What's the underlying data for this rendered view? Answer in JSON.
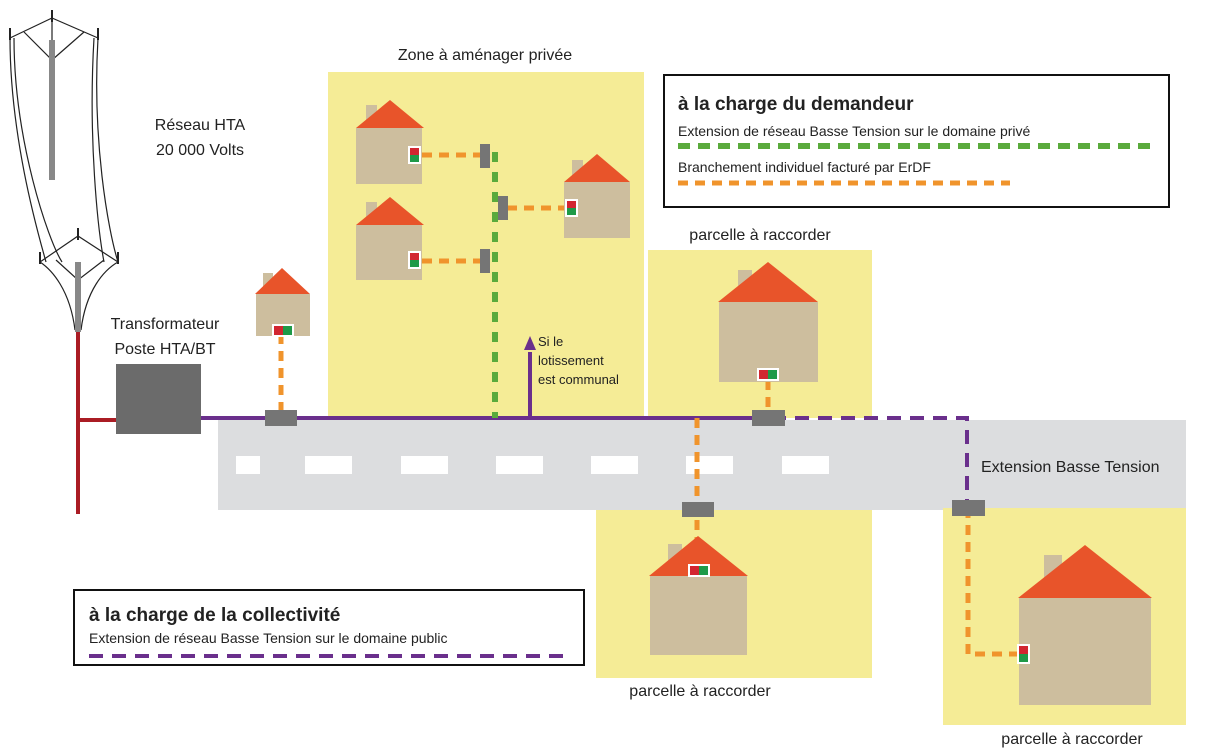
{
  "labels": {
    "zone_privee": "Zone à aménager privée",
    "reseau_hta_line1": "Réseau HTA",
    "reseau_hta_line2": "20 000 Volts",
    "transformateur_line1": "Transformateur",
    "transformateur_line2": "Poste HTA/BT",
    "parcelle_1": "parcelle à raccorder",
    "parcelle_2": "parcelle à raccorder",
    "parcelle_3": "parcelle à raccorder",
    "si_le_line1": "Si le",
    "si_le_line2": "lotissement",
    "si_le_line3": "est communal",
    "extension_bt": "Extension Basse Tension"
  },
  "legend_demandeur": {
    "title": "à la charge du demandeur",
    "item_green": "Extension de réseau Basse Tension sur le domaine privé",
    "item_orange": "Branchement individuel facturé par ErDF"
  },
  "legend_collectivite": {
    "title": "à la charge de la collectivité",
    "item_purple": "Extension de réseau Basse Tension sur le domaine public"
  },
  "colors": {
    "zone": "#f5ec96",
    "road": "#dcdddf",
    "purple": "#6a2f8c",
    "green": "#5aaa3c",
    "orange": "#f0942c",
    "hta_red": "#aa1c24",
    "roof": "#e8542a",
    "wall": "#cdbe9e",
    "box": "#6b6b6b",
    "connector": "#757575"
  }
}
